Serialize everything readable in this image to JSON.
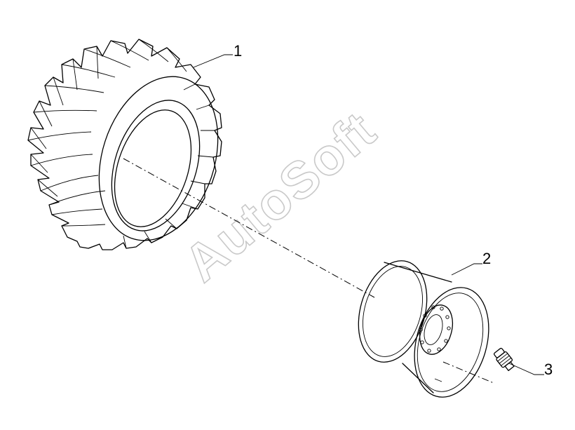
{
  "diagram": {
    "callouts": [
      {
        "id": "tyre",
        "label": "1"
      },
      {
        "id": "rim",
        "label": "2"
      },
      {
        "id": "valve",
        "label": "3"
      }
    ],
    "watermark": "AutoSoft"
  }
}
